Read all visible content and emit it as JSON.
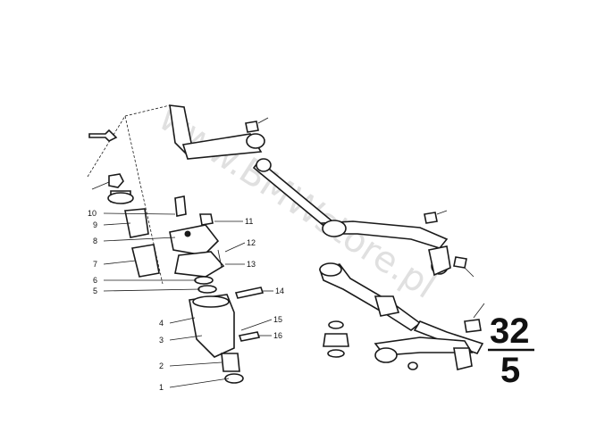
{
  "diagram": {
    "watermark": "www.BMWstore.pl",
    "group": {
      "top": "32",
      "bottom": "5"
    },
    "callouts": [
      {
        "n": "1"
      },
      {
        "n": "2"
      },
      {
        "n": "3"
      },
      {
        "n": "4"
      },
      {
        "n": "5"
      },
      {
        "n": "6"
      },
      {
        "n": "7"
      },
      {
        "n": "8"
      },
      {
        "n": "9"
      },
      {
        "n": "10"
      },
      {
        "n": "11"
      },
      {
        "n": "12"
      },
      {
        "n": "13"
      },
      {
        "n": "14"
      },
      {
        "n": "15"
      },
      {
        "n": "16"
      }
    ]
  }
}
